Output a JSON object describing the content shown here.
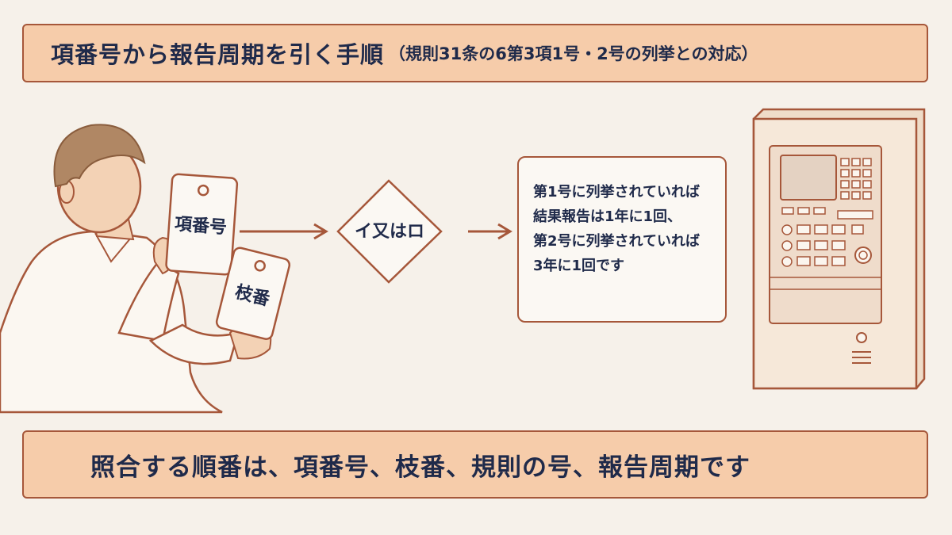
{
  "title": {
    "main": "項番号から報告周期を引く手順",
    "sub": "（規則31条の6第3項1号・2号の列挙との対応）"
  },
  "tags": {
    "kouban": "項番号",
    "edaban": "枝番"
  },
  "decision": {
    "label": "イ又はロ"
  },
  "result": {
    "lines": [
      "第1号に列挙されていれば",
      "結果報告は1年に1回、",
      "第2号に列挙されていれば",
      "3年に1回です"
    ]
  },
  "footer": {
    "text": "照合する順番は、項番号、枝番、規則の号、報告周期です"
  },
  "colors": {
    "banner_fill": "#f6ccaa",
    "border_brown": "#a6573a",
    "text_navy": "#1f2a4a",
    "background": "#f6f1ea"
  }
}
